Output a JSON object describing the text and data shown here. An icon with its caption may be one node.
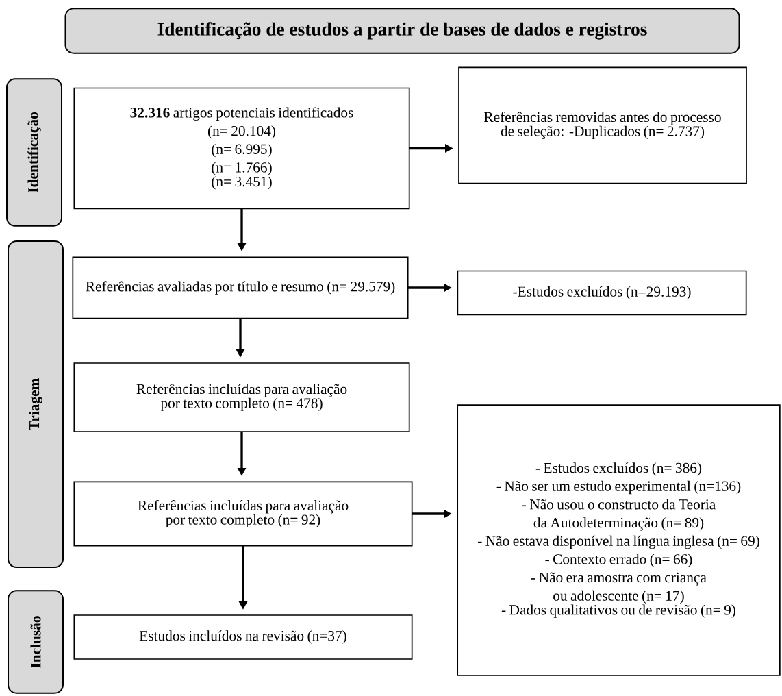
{
  "diagram": {
    "nodes": [
      {
        "text": [
          "Identificação de estudos a partir de bases de dados e registros"
        ]
      },
      {
        "text": [
          "Identificação"
        ]
      },
      {
        "text": [
          "Triagem"
        ]
      },
      {
        "text": [
          "Inclusão"
        ]
      },
      {
        "text": [
          "**32.316** artigos potenciais identificados",
          "(n= 20.104)",
          "(n= 6.995)",
          "(n= 1.766)",
          "(n= 3.451)"
        ]
      },
      {
        "text": [
          "Referências removidas antes do processo de seleção: -Duplicados (n= 2.737)"
        ]
      },
      {
        "text": [
          "Referências avaliadas por título e resumo (n= 29.579)"
        ]
      },
      {
        "text": [
          "-Estudos excluídos (n=29.193)"
        ]
      },
      {
        "text": [
          "Referências incluídas para avaliação por texto completo (n= 478)"
        ]
      },
      {
        "text": [
          "Referências incluídas para avaliação por texto completo (n= 92)"
        ]
      },
      {
        "text": [
          "- Estudos excluídos (n= 386)",
          "- Não ser um estudo experimental (n=136)",
          "- Não usou o constructo da Teoria da Autodeterminação (n= 89)",
          "- Não estava disponível na língua inglesa (n= 69)",
          "- Contexto errado (n= 66)",
          "- Não era amostra com criança ou adolescente (n= 17)",
          "- Dados qualitativos ou de revisão (n= 9)"
        ]
      },
      {
        "text": [
          "Estudos incluídos na revisão (n=37)"
        ]
      }
    ],
    "edges": [
      {
        "from": 4,
        "to": 5,
        "arrow": "to"
      },
      {
        "from": 4,
        "to": 6,
        "arrow": "to"
      },
      {
        "from": 6,
        "to": 7,
        "arrow": "to"
      },
      {
        "from": 6,
        "to": 8,
        "arrow": "to"
      },
      {
        "from": 8,
        "to": 9,
        "arrow": "to"
      },
      {
        "from": 9,
        "to": 10,
        "arrow": "to"
      },
      {
        "from": 9,
        "to": 11,
        "arrow": "to"
      }
    ]
  }
}
